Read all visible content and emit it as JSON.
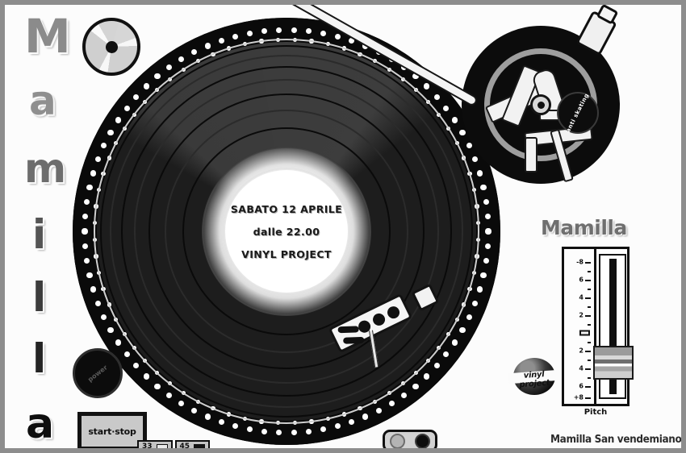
{
  "poster": {
    "vertical_title_letters": [
      "M",
      "a",
      "m",
      "i",
      "l",
      "l",
      "a"
    ],
    "footer_text": "Mamilla San vendemiano TV"
  },
  "record_label": {
    "line1": "SABATO 12 APRILE",
    "line2": "dalle 22.00",
    "line3": "VINYL PROJECT"
  },
  "controls": {
    "start_stop_label": "start·stop",
    "power_label": "power",
    "speed_33": "33",
    "speed_45": "45",
    "speed_33_state": "off",
    "speed_45_state": "on",
    "antiskating_label": "anti skating"
  },
  "pitch": {
    "heading": "Mamilla",
    "caption": "Pitch",
    "top_label": "-8",
    "bottom_label": "+8",
    "tick_labels": [
      "-8",
      "6",
      "4",
      "2",
      "2",
      "4",
      "6",
      "+8"
    ],
    "fader_value": "+3"
  },
  "logo": {
    "vinyl_project": "vinyl project"
  },
  "icons": {
    "cd": "cd-icon",
    "globe": "globe-icon"
  },
  "colors": {
    "frame": "#8d8d8d",
    "background": "#fcfcfc",
    "record_black": "#0b0b0b",
    "brand_grey": "#6f6f6f",
    "label_white": "#ffffff"
  }
}
